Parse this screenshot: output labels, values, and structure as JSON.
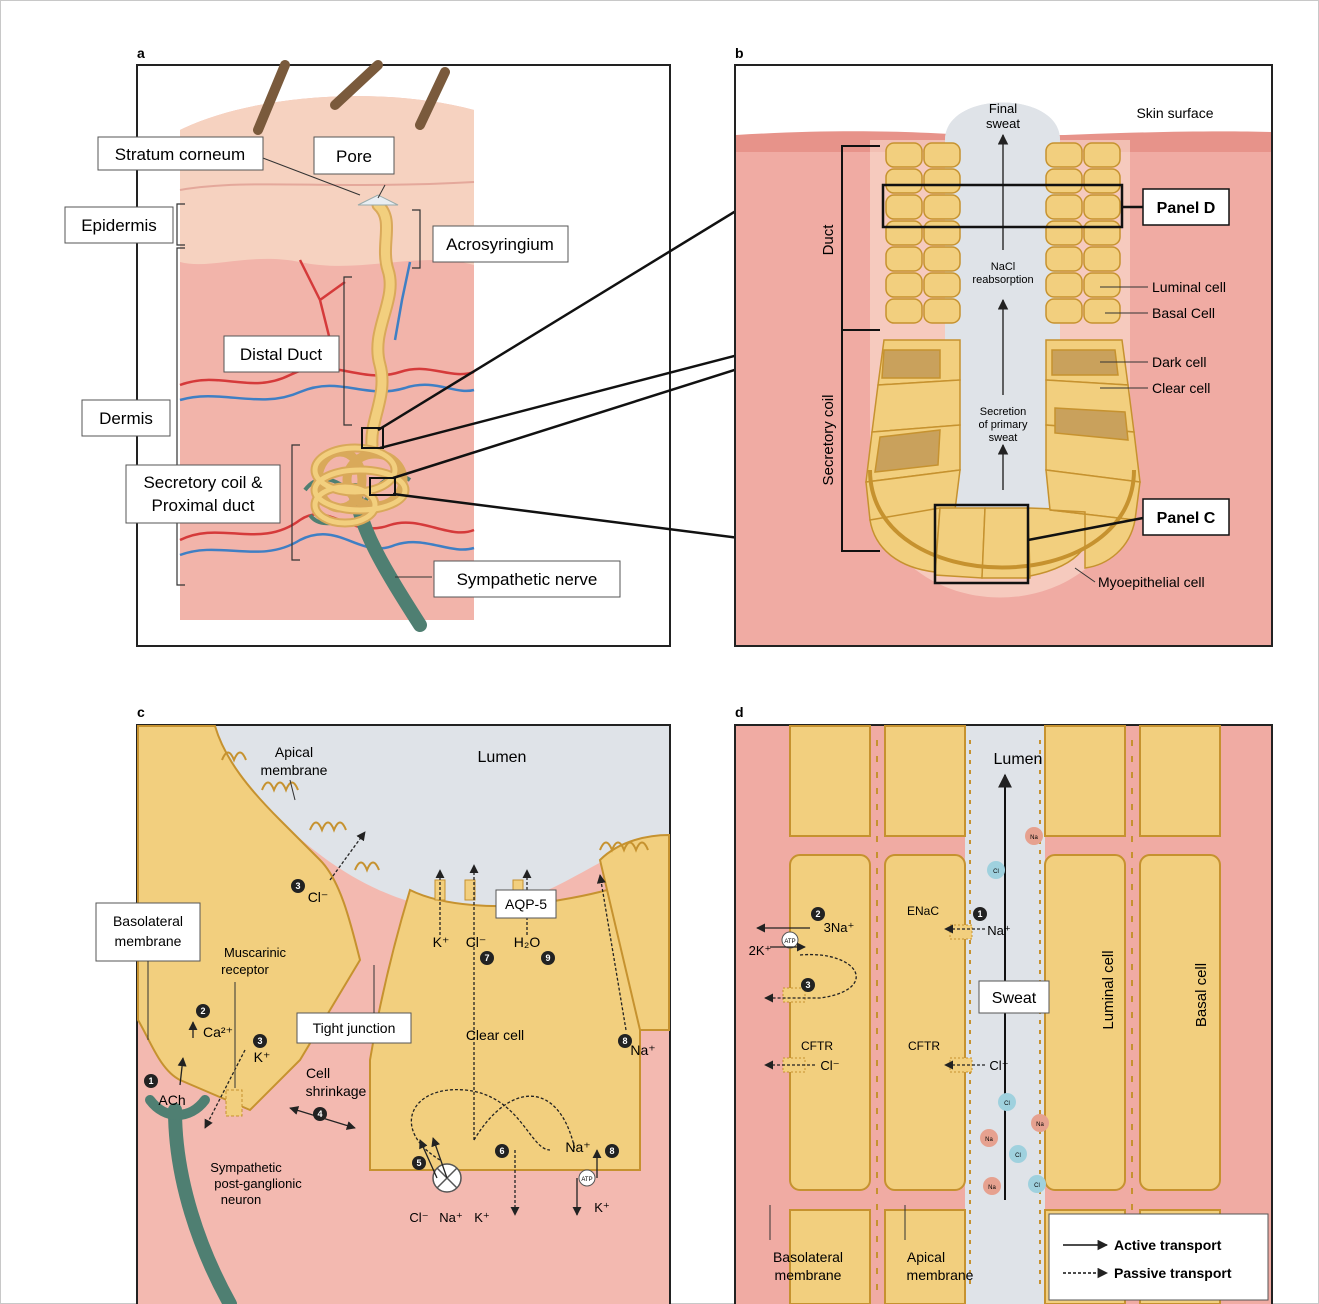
{
  "colors": {
    "dermis_pink": "#f0aba3",
    "skin_surface": "#f5c9c0",
    "gland_yellow": "#f2cf7e",
    "cell_outline": "#c6922f",
    "lumen_gray": "#dfe3e8",
    "nerve_green": "#4f7f72",
    "vessel_red": "#d53a3a",
    "vessel_blue": "#3f7fc4",
    "cl_ion": "#9fd1de",
    "na_ion": "#e6a18f"
  },
  "panel_a": {
    "letter": "a",
    "labels": {
      "stratum_corneum": "Stratum corneum",
      "pore": "Pore",
      "epidermis": "Epidermis",
      "acrosyringium": "Acrosyringium",
      "distal_duct": "Distal Duct",
      "dermis": "Dermis",
      "secretory_coil_1": "Secretory coil &",
      "secretory_coil_2": "Proximal duct",
      "sympathetic_nerve": "Sympathetic nerve"
    }
  },
  "panel_b": {
    "letter": "b",
    "labels": {
      "final_sweat_1": "Final",
      "final_sweat_2": "sweat",
      "skin_surface": "Skin surface",
      "panel_d": "Panel D",
      "duct": "Duct",
      "nacl_1": "NaCl",
      "nacl_2": "reabsorption",
      "luminal_cell": "Luminal cell",
      "basal_cell": "Basal Cell",
      "dark_cell": "Dark cell",
      "clear_cell": "Clear cell",
      "secretory_coil": "Secretory coil",
      "secretion_1": "Secretion",
      "secretion_2": "of primary",
      "secretion_3": "sweat",
      "panel_c": "Panel C",
      "myoepithelial": "Myoepithelial cell"
    }
  },
  "panel_c": {
    "letter": "c",
    "labels": {
      "apical_1": "Apical",
      "apical_2": "membrane",
      "lumen": "Lumen",
      "basolateral_1": "Basolateral",
      "basolateral_2": "membrane",
      "muscarinic_1": "Muscarinic",
      "muscarinic_2": "receptor",
      "aqp5": "AQP-5",
      "tight_junction": "Tight junction",
      "clear_cell": "Clear cell",
      "cell_shrinkage_1": "Cell",
      "cell_shrinkage_2": "shrinkage",
      "sympathetic_1": "Sympathetic",
      "sympathetic_2": "post-ganglionic",
      "sympathetic_3": "neuron",
      "ach": "ACh",
      "ca": "Ca²⁺",
      "k": "K⁺",
      "cl": "Cl⁻",
      "h2o": "H₂O",
      "na": "Na⁺",
      "atp": "ATP"
    },
    "steps": [
      "1",
      "2",
      "3",
      "4",
      "5",
      "6",
      "7",
      "8",
      "9"
    ]
  },
  "panel_d": {
    "letter": "d",
    "labels": {
      "lumen": "Lumen",
      "enac": "ENaC",
      "na": "Na⁺",
      "three_na": "3Na⁺",
      "two_k": "2K⁺",
      "atp": "ATP",
      "sweat": "Sweat",
      "cftr": "CFTR",
      "cl": "Cl⁻",
      "luminal_cell": "Luminal cell",
      "basal_cell": "Basal cell",
      "basolateral_1": "Basolateral",
      "basolateral_2": "membrane",
      "apical_1": "Apical",
      "apical_2": "membrane",
      "ion_na": "Na",
      "ion_cl": "Cl"
    },
    "legend": {
      "active": "Active transport",
      "passive": "Passive transport"
    }
  }
}
